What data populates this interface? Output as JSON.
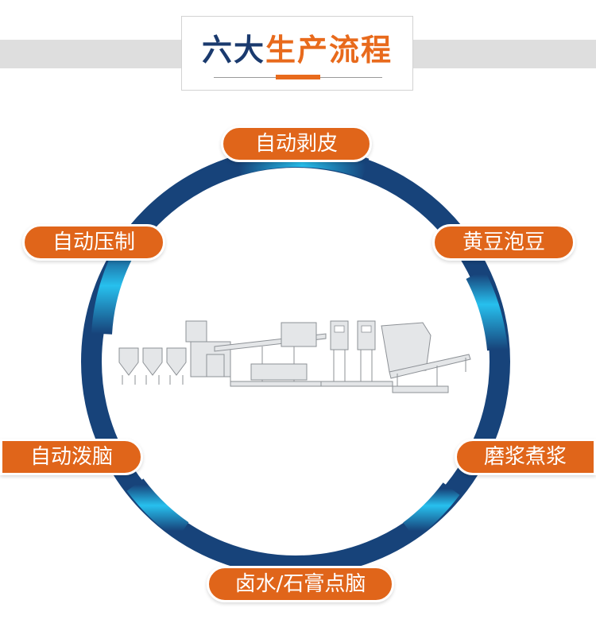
{
  "header": {
    "title_part1": "六大",
    "title_part2": "生产流程"
  },
  "steps": {
    "top": "自动剥皮",
    "top_left": "自动压制",
    "top_right": "黄豆泡豆",
    "bottom_left": "自动泼脑",
    "bottom_right": "磨浆煮浆",
    "bottom": "卤水/石膏点脑"
  },
  "colors": {
    "title_dark": "#1a3a6e",
    "accent_orange": "#e0651a",
    "ring_dark_blue": "#17437a",
    "ring_light_blue": "#27c0ee"
  },
  "icons": {
    "center": "tofu-skin-production-line-image"
  }
}
